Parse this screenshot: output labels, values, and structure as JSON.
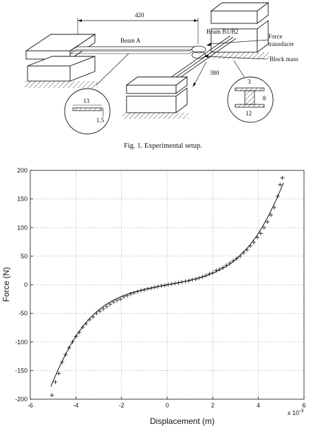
{
  "figure1": {
    "caption": "Fig. 1. Experimental setup.",
    "labels": {
      "dim_420": "420",
      "beam_a": "Beam A",
      "beam_b": "Beam B1/B2",
      "force": "Force",
      "transducer": "transducer",
      "block_mass": "Block mass",
      "dim_380": "380",
      "dim_13": "13",
      "dim_1_5": "1.5",
      "dim_3": "3",
      "dim_8": "8",
      "dim_12": "12"
    }
  },
  "chart_data": {
    "type": "scatter",
    "xlabel": "Displacement (m)",
    "ylabel": "Force (N)",
    "x_multiplier": "x 10",
    "x_exponent": "-3",
    "xlim": [
      -6,
      6
    ],
    "ylim": [
      -200,
      200
    ],
    "xticks": [
      -6,
      -4,
      -2,
      0,
      2,
      4,
      6
    ],
    "yticks": [
      -200,
      -150,
      -100,
      -50,
      0,
      50,
      100,
      150,
      200
    ],
    "grid": true,
    "series": [
      {
        "marker": "line",
        "x": [
          -5.1,
          -4.8,
          -4.5,
          -4.2,
          -3.9,
          -3.6,
          -3.3,
          -3.0,
          -2.7,
          -2.4,
          -2.1,
          -1.8,
          -1.5,
          -1.2,
          -0.9,
          -0.6,
          -0.3,
          0,
          0.3,
          0.6,
          0.9,
          1.2,
          1.5,
          1.8,
          2.1,
          2.4,
          2.7,
          3.0,
          3.3,
          3.6,
          3.9,
          4.2,
          4.5,
          4.8,
          5.1
        ],
        "y": [
          -178,
          -150,
          -125,
          -103,
          -84,
          -68,
          -55,
          -44,
          -35,
          -28,
          -22,
          -17,
          -13,
          -10,
          -7,
          -4.5,
          -2,
          0,
          2,
          4.5,
          7,
          10,
          13,
          17,
          22,
          28,
          35,
          44,
          55,
          68,
          84,
          103,
          125,
          150,
          178
        ]
      },
      {
        "marker": "plus",
        "x": [
          -5.05,
          -4.9,
          -4.75,
          -4.6,
          -4.45,
          -4.3,
          -4.15,
          -4.0,
          -3.85,
          -3.7,
          -3.55,
          -3.4,
          -3.25,
          -3.1,
          -2.95,
          -2.8,
          -2.65,
          -2.5,
          -2.35,
          -2.2,
          -2.05,
          -1.9,
          -1.75,
          -1.6,
          -1.45,
          -1.3,
          -1.15,
          -1.0,
          -0.85,
          -0.7,
          -0.55,
          -0.4,
          -0.25,
          -0.1,
          0.05,
          0.2,
          0.35,
          0.5,
          0.65,
          0.8,
          0.95,
          1.1,
          1.25,
          1.4,
          1.55,
          1.7,
          1.85,
          2.0,
          2.15,
          2.3,
          2.45,
          2.6,
          2.75,
          2.9,
          3.05,
          3.2,
          3.35,
          3.5,
          3.65,
          3.8,
          3.95,
          4.1,
          4.25,
          4.4,
          4.55,
          4.7,
          4.85,
          4.95,
          5.05
        ],
        "y": [
          -193,
          -170,
          -155,
          -135,
          -122,
          -110,
          -100,
          -90,
          -83,
          -74,
          -68,
          -61,
          -56,
          -50,
          -46,
          -42,
          -38,
          -34,
          -30,
          -27,
          -25,
          -21,
          -19,
          -16,
          -14,
          -12,
          -10,
          -9,
          -7,
          -6,
          -4.5,
          -3,
          -2,
          -1,
          0.5,
          1.5,
          2.5,
          3.5,
          5,
          6,
          7,
          9,
          10,
          12,
          14,
          16,
          19,
          21,
          25,
          27,
          30,
          34,
          38,
          42,
          46,
          50,
          56,
          61,
          68,
          74,
          83,
          90,
          100,
          110,
          122,
          135,
          155,
          175,
          187
        ]
      }
    ]
  }
}
